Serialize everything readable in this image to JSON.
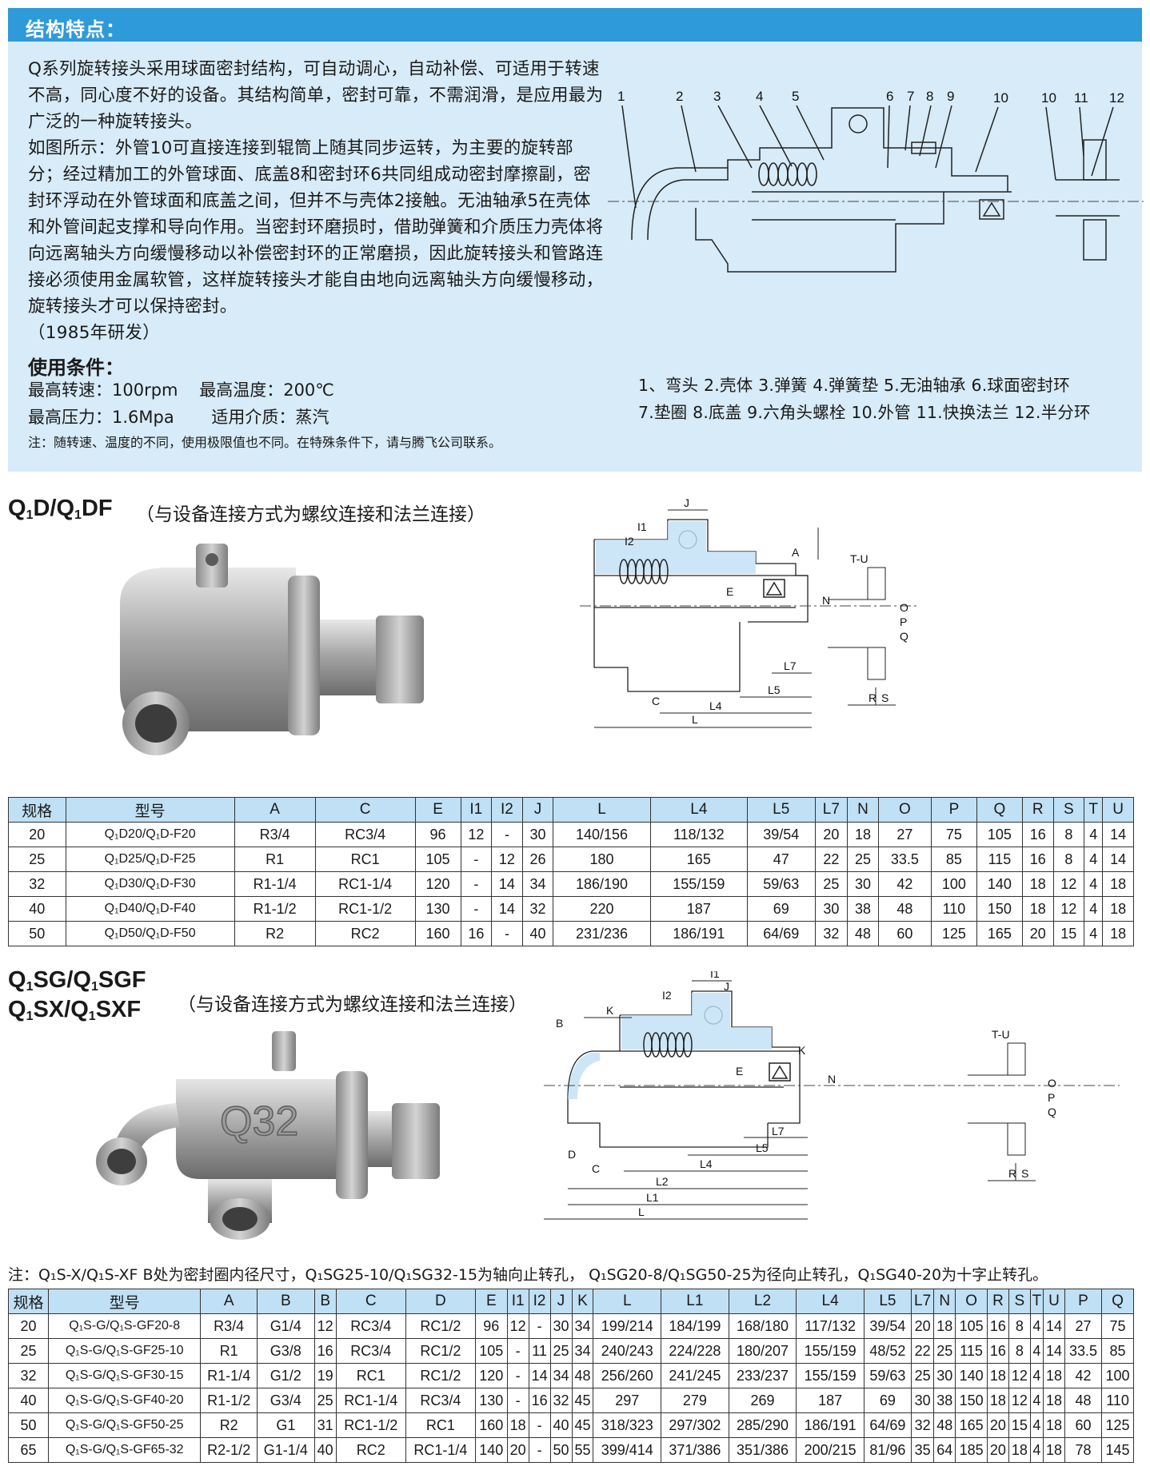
{
  "header": {
    "title": "结构特点："
  },
  "intro": {
    "paragraphs": [
      "Q系列旋转接头采用球面密封结构，可自动调心，自动补偿、可适用于转速不高，同心度不好的设备。其结构简单，密封可靠，不需润滑，是应用最为广泛的一种旋转接头。",
      "如图所示：外管10可直接连接到辊筒上随其同步运转，为主要的旋转部分；经过精加工的外管球面、底盖8和密封环6共同组成动密封摩擦副，密封环浮动在外管球面和底盖之间，但并不与壳体2接触。无油轴承5在壳体和外管间起支撑和导向作用。当密封环磨损时，借助弹簧和介质压力壳体将向远离轴头方向缓慢移动以补偿密封环的正常磨损，因此旋转接头和管路连接必须使用金属软管，这样旋转接头才能自由地向远离轴头方向缓慢移动，旋转接头才可以保持密封。",
      "（1985年研发）"
    ]
  },
  "conditions": {
    "title": "使用条件：",
    "max_speed": "最高转速：100rpm",
    "max_temp": "最高温度：200℃",
    "max_pressure": "最高压力：1.6Mpa",
    "medium": "适用介质：蒸汽",
    "note": "注：随转速、温度的不同，使用极限值也不同。在特殊条件下，请与腾飞公司联系。"
  },
  "structure_diagram": {
    "top_numbers": [
      "1",
      "2",
      "3",
      "4",
      "5",
      "6",
      "7",
      "8",
      "9",
      "10",
      "10",
      "11",
      "12"
    ],
    "legend_line1": "1、弯头 2.壳体 3.弹簧 4.弹簧垫 5.无油轴承 6.球面密封环",
    "legend_line2": "7.垫圈 8.底盖 9.六角头螺栓 10.外管 11.快换法兰 12.半分环"
  },
  "section1": {
    "title_parts": [
      "Q",
      "1",
      "D/Q",
      "1",
      "DF"
    ],
    "subtitle": "（与设备连接方式为螺纹连接和法兰连接）",
    "drawing_labels": {
      "J": "J",
      "I1": "I1",
      "I2": "I2",
      "A": "A",
      "E": "E",
      "N": "N",
      "L7": "L7",
      "L5": "L5",
      "L4": "L4",
      "L": "L",
      "C": "C",
      "TU": "T-U",
      "O": "O",
      "P": "P",
      "Q": "Q",
      "R": "R",
      "S": "S"
    },
    "table": {
      "headers": [
        "规格",
        "型号",
        "A",
        "C",
        "E",
        "I1",
        "I2",
        "J",
        "L",
        "L4",
        "L5",
        "L7",
        "N",
        "O",
        "P",
        "Q",
        "R",
        "S",
        "T",
        "U"
      ],
      "rows": [
        [
          "20",
          "Q₁D20/Q₁D-F20",
          "R3/4",
          "RC3/4",
          "96",
          "12",
          "-",
          "30",
          "140/156",
          "118/132",
          "39/54",
          "20",
          "18",
          "27",
          "75",
          "105",
          "16",
          "8",
          "4",
          "14"
        ],
        [
          "25",
          "Q₁D25/Q₁D-F25",
          "R1",
          "RC1",
          "105",
          "-",
          "12",
          "26",
          "180",
          "165",
          "47",
          "22",
          "25",
          "33.5",
          "85",
          "115",
          "16",
          "8",
          "4",
          "14"
        ],
        [
          "32",
          "Q₁D30/Q₁D-F30",
          "R1-1/4",
          "RC1-1/4",
          "120",
          "-",
          "14",
          "34",
          "186/190",
          "155/159",
          "59/63",
          "25",
          "30",
          "42",
          "100",
          "140",
          "18",
          "12",
          "4",
          "18"
        ],
        [
          "40",
          "Q₁D40/Q₁D-F40",
          "R1-1/2",
          "RC1-1/2",
          "130",
          "-",
          "14",
          "32",
          "220",
          "187",
          "69",
          "30",
          "38",
          "48",
          "110",
          "150",
          "18",
          "12",
          "4",
          "18"
        ],
        [
          "50",
          "Q₁D50/Q₁D-F50",
          "R2",
          "RC2",
          "160",
          "16",
          "-",
          "40",
          "231/236",
          "186/191",
          "64/69",
          "32",
          "48",
          "60",
          "125",
          "165",
          "20",
          "15",
          "4",
          "18"
        ]
      ]
    }
  },
  "section2": {
    "title_line1_parts": [
      "Q",
      "1",
      "SG/Q",
      "1",
      "SGF"
    ],
    "title_line2_parts": [
      "Q",
      "1",
      "SX/Q",
      "1",
      "SXF"
    ],
    "subtitle": "（与设备连接方式为螺纹连接和法兰连接）",
    "photo_casting_text": "Q32",
    "drawing_labels": {
      "I1": "I1",
      "J": "J",
      "I2": "I2",
      "K": "K",
      "B": "B",
      "E": "E",
      "N": "N",
      "L7": "L7",
      "L5": "L5",
      "L4": "L4",
      "L2": "L2",
      "L1": "L1",
      "L": "L",
      "C": "C",
      "D": "D",
      "TU": "T-U",
      "O": "O",
      "P": "P",
      "Q": "Q",
      "R": "R",
      "S": "S"
    },
    "note": "注：Q₁S-X/Q₁S-XF   B处为密封圈内径尺寸，Q₁SG25-10/Q₁SG32-15为轴向止转孔，   Q₁SG20-8/Q₁SG50-25为径向止转孔，Q₁SG40-20为十字止转孔。",
    "table": {
      "headers": [
        "规格",
        "型号",
        "A",
        "B",
        "B",
        "C",
        "D",
        "E",
        "I1",
        "I2",
        "J",
        "K",
        "L",
        "L1",
        "L2",
        "L4",
        "L5",
        "L7",
        "N",
        "O",
        "R",
        "S",
        "T",
        "U",
        "P",
        "Q"
      ],
      "rows": [
        [
          "20",
          "Q₁S-G/Q₁S-GF20-8",
          "R3/4",
          "G1/4",
          "12",
          "RC3/4",
          "RC1/2",
          "96",
          "12",
          "-",
          "30",
          "34",
          "199/214",
          "184/199",
          "168/180",
          "117/132",
          "39/54",
          "20",
          "18",
          "105",
          "16",
          "8",
          "4",
          "14",
          "27",
          "75"
        ],
        [
          "25",
          "Q₁S-G/Q₁S-GF25-10",
          "R1",
          "G3/8",
          "16",
          "RC3/4",
          "RC1/2",
          "105",
          "-",
          "11",
          "25",
          "34",
          "240/243",
          "224/228",
          "180/207",
          "155/159",
          "48/52",
          "22",
          "25",
          "115",
          "16",
          "8",
          "4",
          "14",
          "33.5",
          "85"
        ],
        [
          "32",
          "Q₁S-G/Q₁S-GF30-15",
          "R1-1/4",
          "G1/2",
          "19",
          "RC1",
          "RC1/2",
          "120",
          "-",
          "14",
          "34",
          "48",
          "256/260",
          "241/245",
          "233/237",
          "155/159",
          "59/63",
          "25",
          "30",
          "140",
          "18",
          "12",
          "4",
          "18",
          "42",
          "100"
        ],
        [
          "40",
          "Q₁S-G/Q₁S-GF40-20",
          "R1-1/2",
          "G3/4",
          "25",
          "RC1-1/4",
          "RC3/4",
          "130",
          "-",
          "16",
          "32",
          "45",
          "297",
          "279",
          "269",
          "187",
          "69",
          "30",
          "38",
          "150",
          "18",
          "12",
          "4",
          "18",
          "48",
          "110"
        ],
        [
          "50",
          "Q₁S-G/Q₁S-GF50-25",
          "R2",
          "G1",
          "31",
          "RC1-1/2",
          "RC1",
          "160",
          "18",
          "-",
          "40",
          "45",
          "318/323",
          "297/302",
          "285/290",
          "186/191",
          "64/69",
          "32",
          "48",
          "165",
          "20",
          "15",
          "4",
          "18",
          "60",
          "125"
        ],
        [
          "65",
          "Q₁S-G/Q₁S-GF65-32",
          "R2-1/2",
          "G1-1/4",
          "40",
          "RC2",
          "RC1-1/4",
          "140",
          "20",
          "-",
          "50",
          "55",
          "399/414",
          "371/386",
          "351/386",
          "200/215",
          "81/96",
          "35",
          "64",
          "185",
          "20",
          "18",
          "4",
          "18",
          "78",
          "145"
        ]
      ]
    }
  }
}
